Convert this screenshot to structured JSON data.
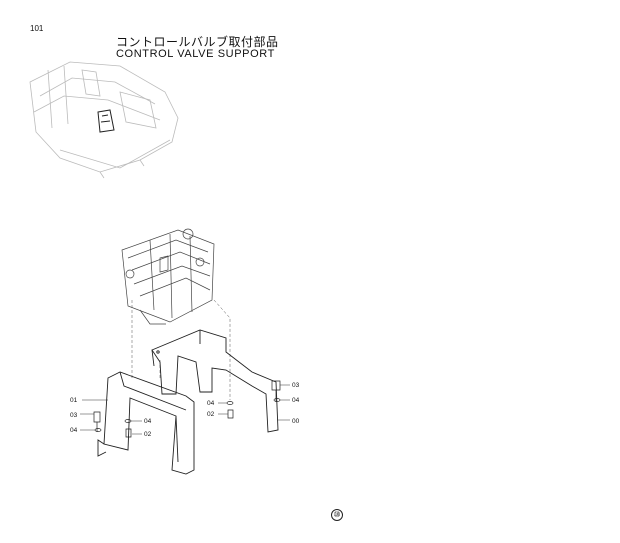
{
  "page": {
    "number": "101",
    "title_jp": "コントロールバルブ取付部品",
    "title_en": "CONTROL VALVE SUPPORT",
    "footer_mark": "⑩"
  },
  "callouts": {
    "c01": "01",
    "c03_left": "03",
    "c04_left": "04",
    "c04_mid_left": "04",
    "c02_left": "02",
    "c04_center": "04",
    "c02_center": "02",
    "c03_right": "03",
    "c04_right": "04",
    "c00": "00"
  }
}
